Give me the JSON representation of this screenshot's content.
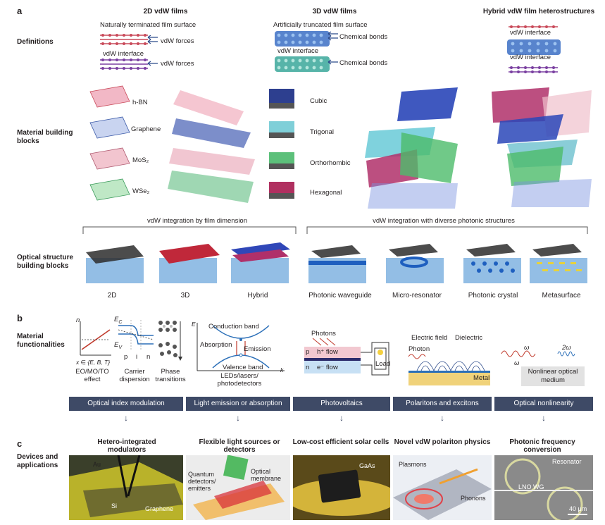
{
  "panel_a": {
    "letter": "a",
    "col_titles": [
      "2D vdW films",
      "3D vdW films",
      "Hybrid vdW film heterostructures"
    ],
    "row_labels": {
      "definitions": "Definitions",
      "material_blocks": "Material building blocks",
      "optical_blocks": "Optical structure building blocks"
    },
    "def_2d": {
      "surface": "Naturally terminated film surface",
      "forces1": "vdW forces",
      "interface": "vdW interface",
      "forces2": "vdW forces"
    },
    "def_3d": {
      "surface": "Artificially truncated film surface",
      "bonds1": "Chemical bonds",
      "interface": "vdW interface",
      "bonds2": "Chemical bonds"
    },
    "def_hybrid": {
      "interface1": "vdW interface",
      "interface2": "vdW interface"
    },
    "materials_2d": [
      "h-BN",
      "Graphene",
      "MoS₂",
      "WSe₂"
    ],
    "materials_3d": [
      "Cubic",
      "Trigonal",
      "Orthorhombic",
      "Hexagonal"
    ],
    "integration_dim": "vdW integration by film dimension",
    "integration_photonic": "vdW integration with diverse photonic structures",
    "captions": [
      "2D",
      "3D",
      "Hybrid",
      "Photonic waveguide",
      "Micro-resonator",
      "Photonic crystal",
      "Metasurface"
    ]
  },
  "panel_b": {
    "letter": "b",
    "row_label": "Material functionalities",
    "eo": {
      "symbol": "n",
      "x_label": "x ∈ {E, B, T}",
      "caption": "EO/MO/TO effect"
    },
    "carrier": {
      "ec": "E",
      "ec_sub": "C",
      "ev": "E",
      "ev_sub": "V",
      "p": "p",
      "i": "i",
      "n": "n",
      "caption": "Carrier dispersion"
    },
    "phase": {
      "caption": "Phase transitions"
    },
    "led": {
      "e_axis": "E",
      "k_axis": "k",
      "conduction": "Conduction band",
      "valence": "Valence band",
      "absorption": "Absorption",
      "emission": "Emission",
      "caption": "LEDs/lasers/ photodetectors"
    },
    "pv": {
      "photons": "Photons",
      "p": "p",
      "h_flow": "h⁺ flow",
      "n": "n",
      "e_flow": "e⁻ flow",
      "load": "Load"
    },
    "polariton": {
      "field": "Electric field",
      "dielectric": "Dielectric",
      "photon": "Photon",
      "metal": "Metal"
    },
    "nonlinear": {
      "omega1": "ω",
      "omega2": "ω",
      "two_omega": "2ω",
      "medium": "Nonlinear optical medium"
    },
    "bars": [
      "Optical index modulation",
      "Light emission or absorption",
      "Photovoltaics",
      "Polaritons and excitons",
      "Optical nonlinearity"
    ]
  },
  "panel_c": {
    "letter": "c",
    "row_label": "Devices and applications",
    "titles": [
      "Hetero-integrated modulators",
      "Flexible light sources or detectors",
      "Low-cost efficient solar cells",
      "Novel vdW polariton physics",
      "Photonic frequency conversion"
    ],
    "mod": {
      "au": "Au",
      "si": "Si",
      "graphene": "Graphene"
    },
    "flex": {
      "quantum": "Quantum detectors/ emitters",
      "membrane": "Optical membrane"
    },
    "solar": {
      "gaas": "GaAs"
    },
    "polariton": {
      "plasmons": "Plasmons",
      "phonons": "Phonons"
    },
    "freq": {
      "resonator": "Resonator",
      "lno": "LNO WG",
      "scale": "40 μm"
    }
  },
  "colors": {
    "bar": "#3e4a66",
    "red_film": "#c94a5a",
    "blue_film": "#3b6fc4",
    "purple_film": "#7a3fa0",
    "teal_film": "#3aa79a",
    "substrate": "#6fa8dc"
  }
}
